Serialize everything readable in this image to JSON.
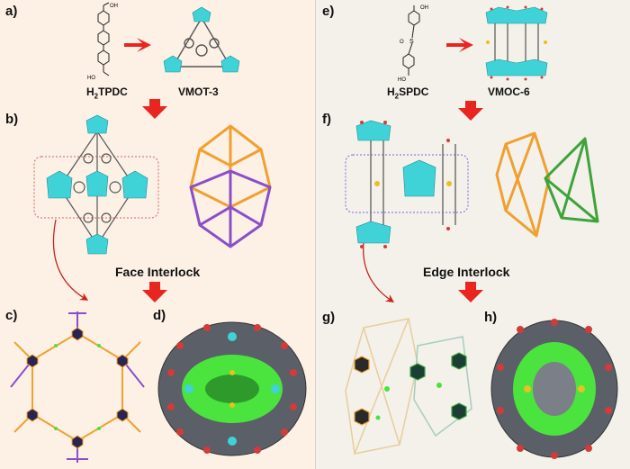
{
  "panels": {
    "a": "a)",
    "b": "b)",
    "c": "c)",
    "d": "d)",
    "e": "e)",
    "f": "f)",
    "g": "g)",
    "h": "h)"
  },
  "compounds": {
    "ligand_left": "H",
    "ligand_left_sub": "2",
    "ligand_left_rest": "TPDC",
    "cage_left": "VMOT-3",
    "ligand_right": "H",
    "ligand_right_sub": "2",
    "ligand_right_rest": "SPDC",
    "cage_right": "VMOC-6"
  },
  "chem_labels": {
    "oh_top": "OH",
    "oh_bottom": "HO",
    "s_atom": "S",
    "o_atom": "O"
  },
  "captions": {
    "left": "Face Interlock",
    "right": "Edge Interlock"
  },
  "colors": {
    "left_bg": "#fdf1e6",
    "right_bg": "#f3f1ea",
    "arrow": "#e8251f",
    "polyhedron": "#3fd3d8",
    "orange": "#f0a030",
    "purple": "#8a4fc8",
    "green": "#3ea33a",
    "pocket": "#4be33e"
  }
}
